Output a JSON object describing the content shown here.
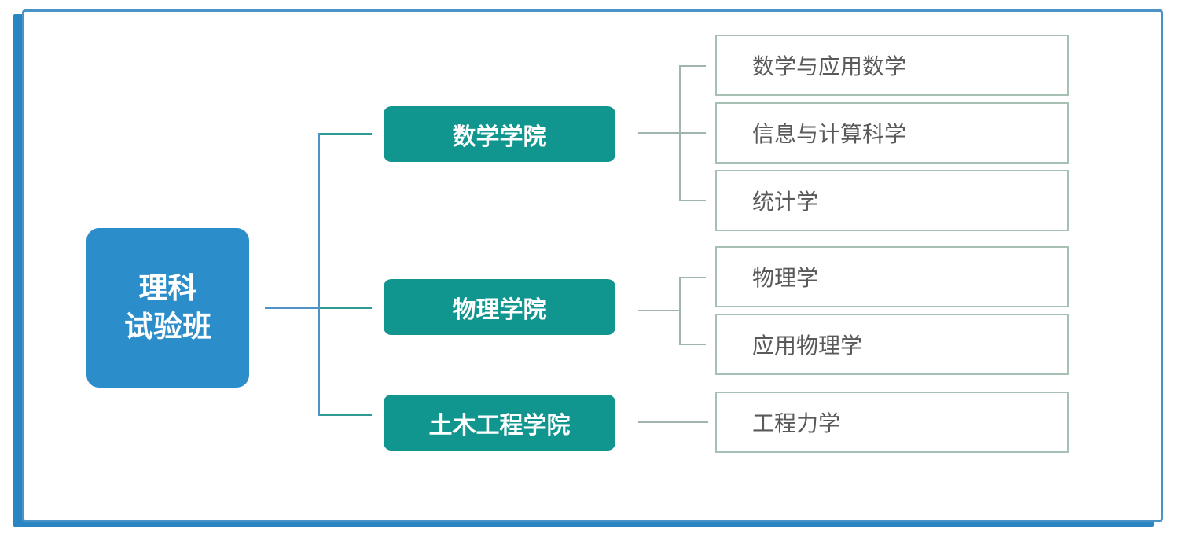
{
  "colors": {
    "frame": "#4a93c8",
    "frame-accent": "#2a86c3",
    "root-fill": "#2b8dc9",
    "branch-fill": "#10968f",
    "child-border": "#a6c0b4",
    "child-text": "#595959",
    "connector-blue": "#4f93c6",
    "connector-teal": "#2f9a94",
    "connector-sage": "#9fb5ad"
  },
  "tree": {
    "root": {
      "label": "理科\n试验班"
    },
    "branches": [
      {
        "label": "数学学院",
        "children": [
          "数学与应用数学",
          "信息与计算科学",
          "统计学"
        ]
      },
      {
        "label": "物理学院",
        "children": [
          "物理学",
          "应用物理学"
        ]
      },
      {
        "label": "土木工程学院",
        "children": [
          "工程力学"
        ]
      }
    ]
  }
}
